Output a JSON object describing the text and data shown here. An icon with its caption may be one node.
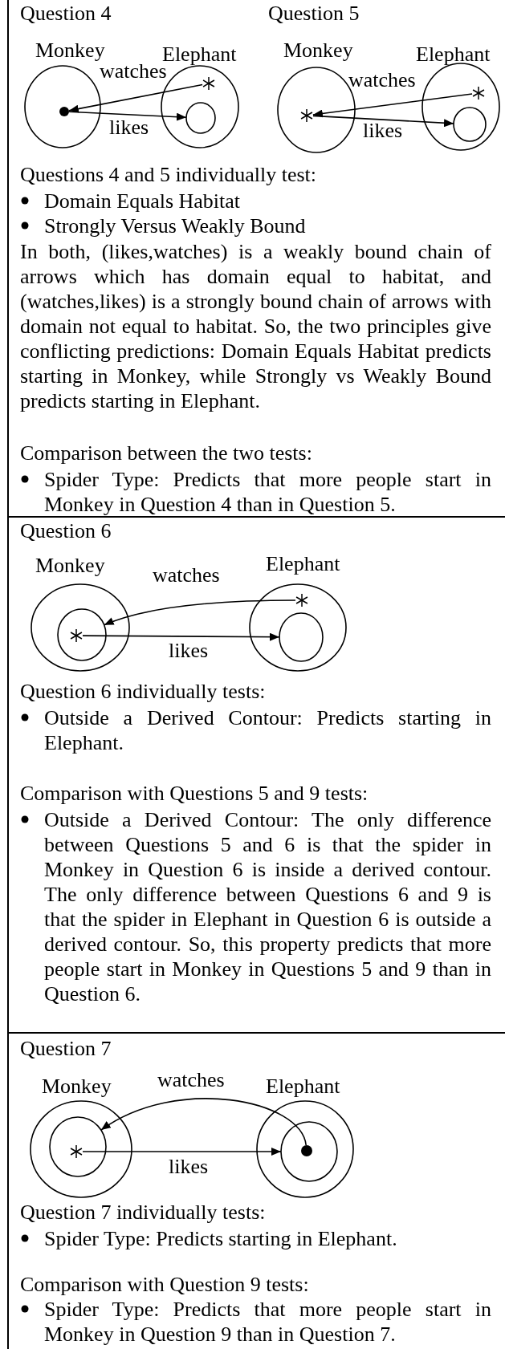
{
  "diagram": {
    "nodes": [
      {
        "text": [
          "Monkey"
        ]
      },
      {
        "text": [],
        "shape": "dot",
        "in": 0
      },
      {
        "text": [
          "Elephant"
        ]
      },
      {
        "text": [],
        "shape": "asterisk",
        "in": 2
      },
      {
        "text": [],
        "shape": "circle",
        "in": 2
      },
      {
        "text": [
          "Monkey"
        ]
      },
      {
        "text": [],
        "shape": "asterisk",
        "in": 5
      },
      {
        "text": [
          "Elephant"
        ]
      },
      {
        "text": [],
        "shape": "asterisk",
        "in": 7
      },
      {
        "text": [],
        "shape": "circle",
        "in": 7
      },
      {
        "text": [
          "Monkey"
        ]
      },
      {
        "text": [],
        "shape": "circle",
        "in": 10
      },
      {
        "text": [],
        "shape": "asterisk",
        "in": 11
      },
      {
        "text": [
          "Elephant"
        ]
      },
      {
        "text": [],
        "shape": "asterisk",
        "in": 13
      },
      {
        "text": [],
        "shape": "circle",
        "in": 13
      },
      {
        "text": [
          "Monkey"
        ]
      },
      {
        "text": [],
        "shape": "circle",
        "in": 16
      },
      {
        "text": [],
        "shape": "asterisk",
        "in": 17
      },
      {
        "text": [
          "Elephant"
        ]
      },
      {
        "text": [],
        "shape": "circle",
        "in": 19
      },
      {
        "text": [],
        "shape": "dot",
        "in": 20
      }
    ],
    "edges": [
      {
        "from": 3,
        "to": 1,
        "arrow": "to",
        "label": "watches"
      },
      {
        "from": 1,
        "to": 4,
        "arrow": "to",
        "label": "likes"
      },
      {
        "from": 8,
        "to": 6,
        "arrow": "to",
        "label": "watches"
      },
      {
        "from": 6,
        "to": 9,
        "arrow": "to",
        "label": "likes"
      },
      {
        "from": 14,
        "to": 11,
        "arrow": "to",
        "label": "watches"
      },
      {
        "from": 12,
        "to": 15,
        "arrow": "to",
        "label": "likes"
      },
      {
        "from": 21,
        "to": 17,
        "arrow": "to",
        "label": "watches"
      },
      {
        "from": 18,
        "to": 20,
        "arrow": "to",
        "label": "likes"
      }
    ],
    "labels": [
      "Question 4",
      "Question 5",
      "Questions 4 and 5 individually test:",
      "Domain Equals Habitat",
      "Strongly Versus Weakly Bound",
      "In both, (likes,watches) is a weakly bound chain of arrows which has domain equal to habitat, and (watches,likes) is a strongly bound chain of arrows with domain not equal to habitat. So, the two principles give conflicting predictions: Domain Equals Habitat predicts starting in Monkey, while Strongly vs Weakly Bound predicts starting in Elephant.",
      "Comparison between the two tests:",
      "Spider Type: Predicts that more people start in Monkey in Question 4 than in Question 5.",
      "Question 6",
      "Question 6 individually tests:",
      "Outside a Derived Contour: Predicts starting in Elephant.",
      "Comparison with Questions 5 and 9 tests:",
      "Outside a Derived Contour: The only difference between Questions 5 and 6 is that the spider in Monkey in Question 6 is inside a derived contour. The only difference between Questions 6 and 9 is that the spider in Elephant in Question 6 is outside a derived contour. So, this property predicts that more people start in Monkey in Questions 5 and 9 than in Question 6.",
      "Question 7",
      "Question 7 individually tests:",
      "Spider Type: Predicts starting in Elephant.",
      "Comparison with Question 9 tests:",
      "Spider Type: Predicts that more people start in Monkey in Question 9 than in Question 7."
    ]
  }
}
